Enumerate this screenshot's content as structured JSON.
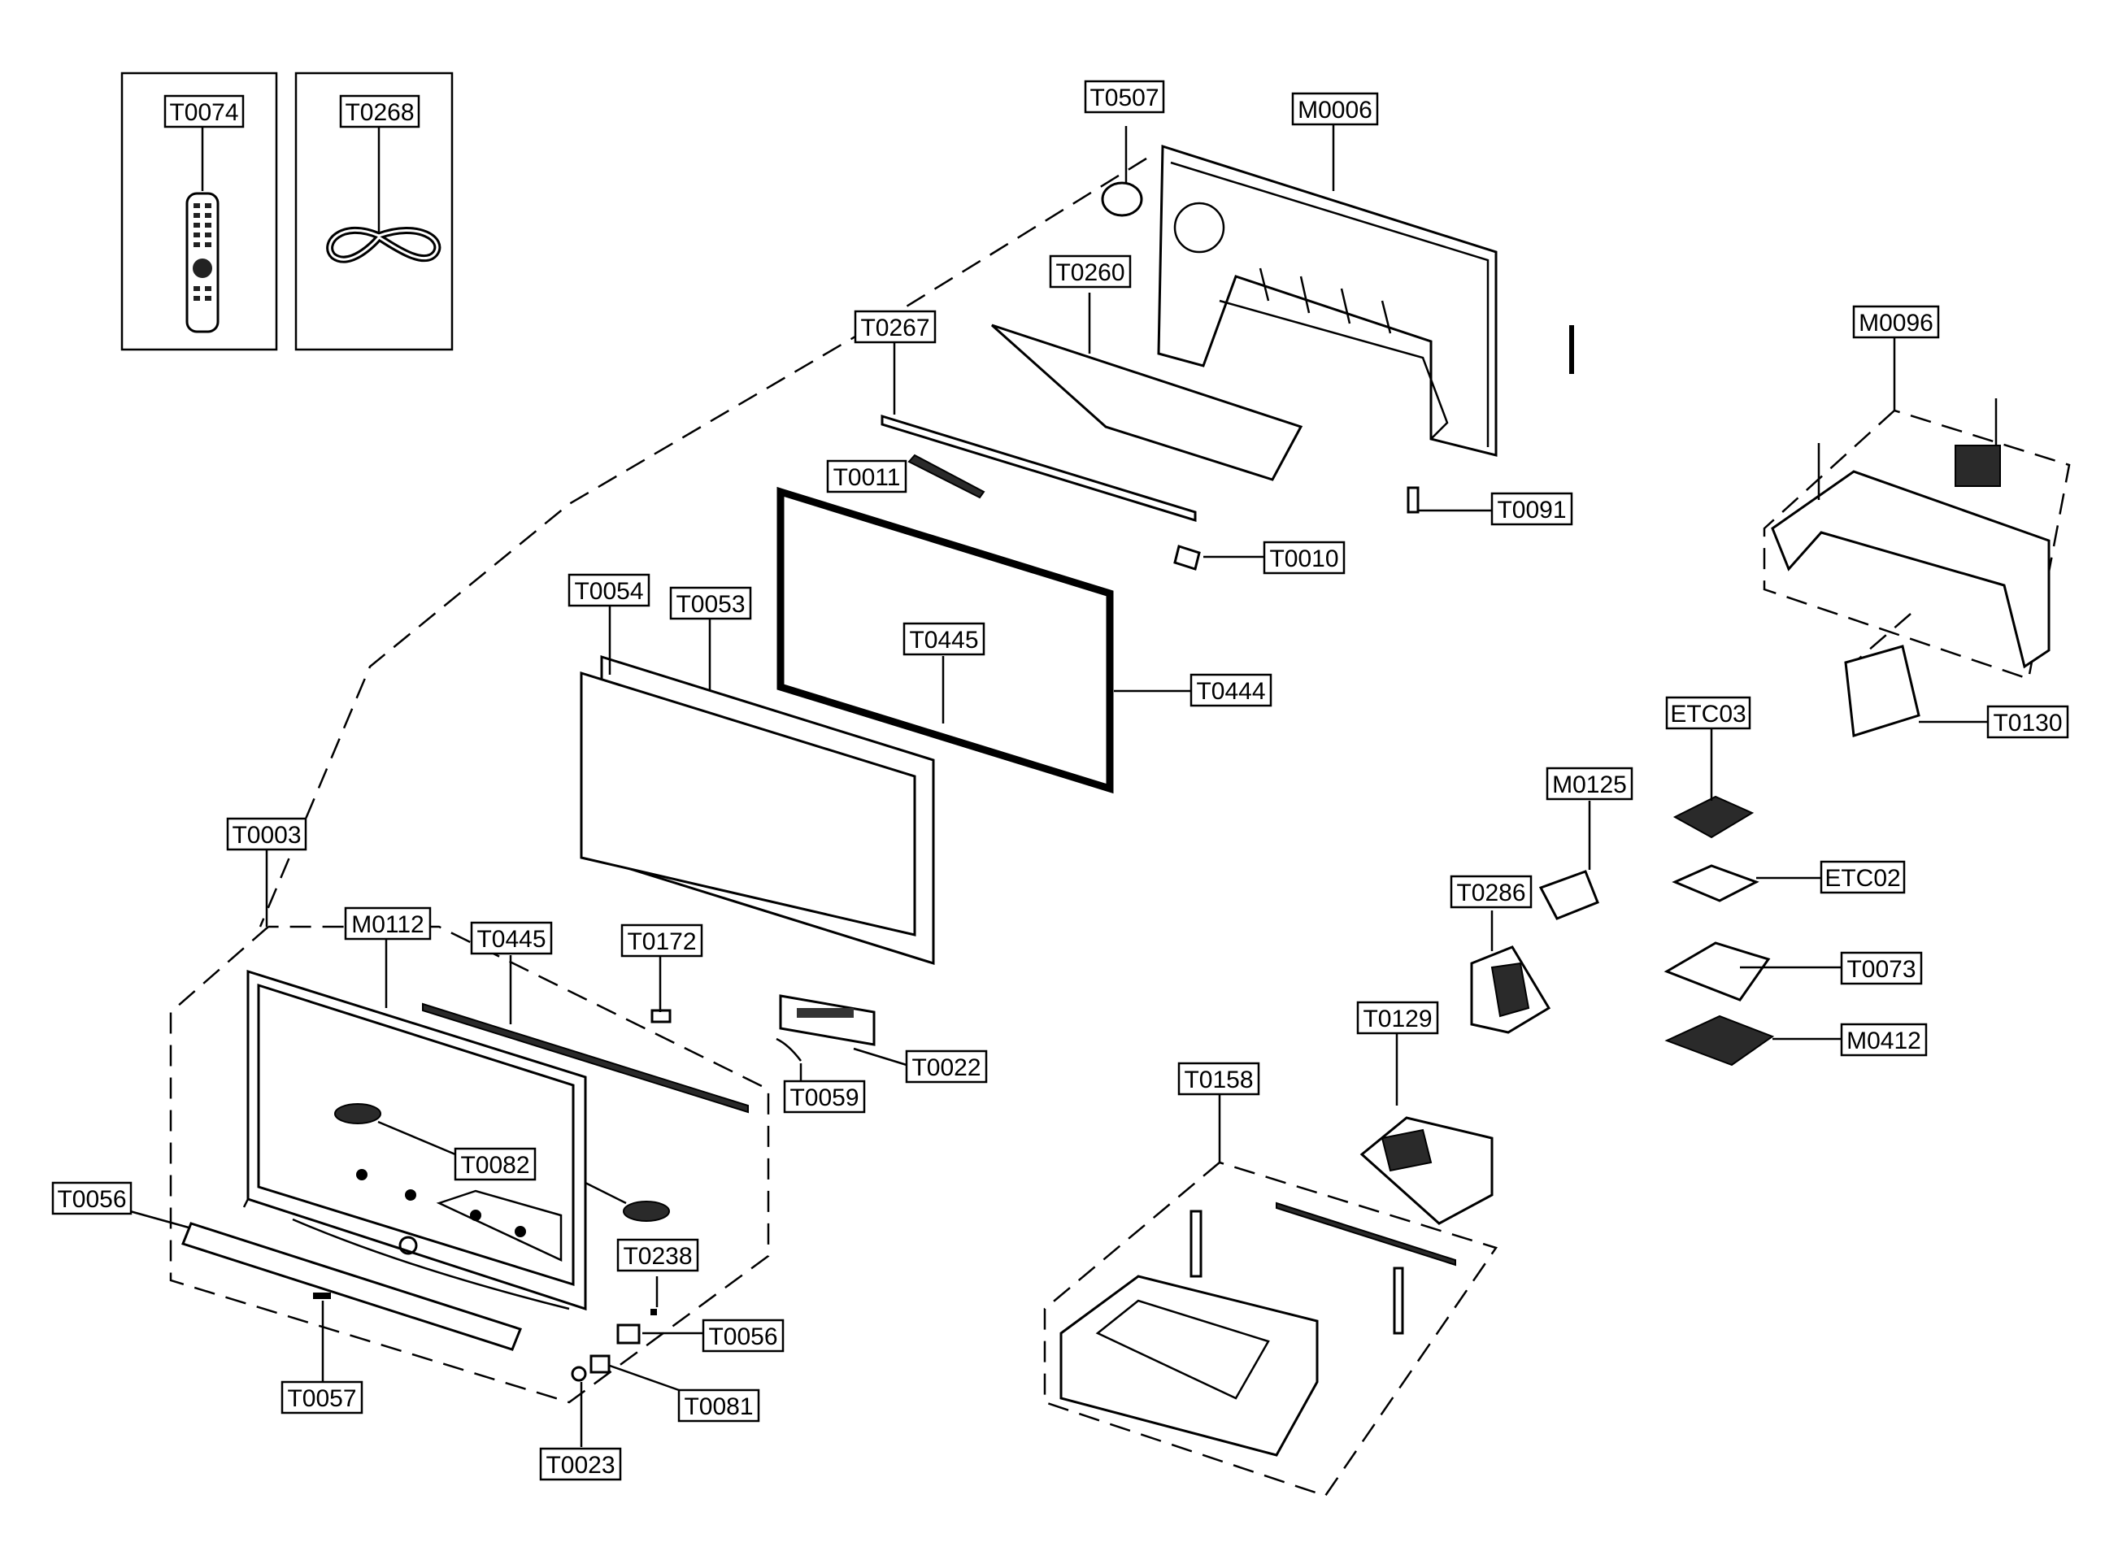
{
  "labels": {
    "t0074": "T0074",
    "t0268": "T0268",
    "t0507": "T0507",
    "m0006": "M0006",
    "t0260": "T0260",
    "t0267": "T0267",
    "t0011": "T0011",
    "t0091": "T0091",
    "t0010": "T0010",
    "m0096": "M0096",
    "t0054": "T0054",
    "t0053": "T0053",
    "t0445_top": "T0445",
    "t0444": "T0444",
    "t0130": "T0130",
    "etc03": "ETC03",
    "m0125": "M0125",
    "etc02": "ETC02",
    "t0003": "T0003",
    "t0286": "T0286",
    "m0112": "M0112",
    "t0445_bottom": "T0445",
    "t0172": "T0172",
    "t0073": "T0073",
    "t0129": "T0129",
    "m0412": "M0412",
    "t0022": "T0022",
    "t0059": "T0059",
    "t0158": "T0158",
    "t0082": "T0082",
    "t0056_left": "T0056",
    "t0238": "T0238",
    "t0056_right": "T0056",
    "t0081": "T0081",
    "t0057": "T0057",
    "t0023": "T0023"
  }
}
